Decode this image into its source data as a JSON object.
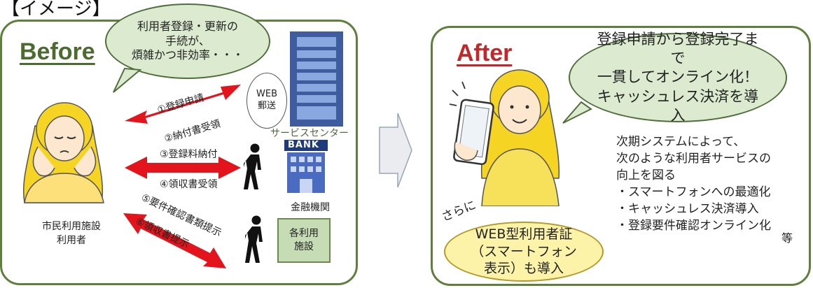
{
  "header_label": "【イメージ】",
  "before": {
    "title": "Before",
    "bubble_lines": [
      "利用者登録・更新の",
      "手続が、",
      "煩雑かつ非効率・・・"
    ],
    "user_label_lines": [
      "市民利用施設",
      "利用者"
    ],
    "web_post_lines": [
      "WEB",
      "郵送"
    ],
    "service_center": "サービスセンター",
    "bank_sign": "BANK",
    "bank_label": "金融機関",
    "facility_lines": [
      "各利用",
      "施設"
    ],
    "steps": {
      "s1": "①登録申請",
      "s2": "②納付書受領",
      "s3": "③登録料納付",
      "s4": "④領収書受領",
      "s5": "⑤要件確認書類提示",
      "s6": "⑥領収書提示"
    }
  },
  "after": {
    "title": "After",
    "bubble_lines": [
      "登録申請から登録完了まで",
      "一貫してオンライン化！",
      "キャッシュレス決済を導入"
    ],
    "sarani": "さらに",
    "card_lines": [
      "WEB型利用者証",
      "（スマートフォン",
      "表示）も導入"
    ],
    "description_lines": [
      "次期システムによって、",
      "次のような利用者サービスの",
      "向上を図る",
      "・スマートフォンへの最適化",
      "・キャッシュレス決済導入",
      "・登録要件確認オンライン化"
    ],
    "etc": "等"
  },
  "colors": {
    "panel_border": "#5f7f3d",
    "bubble_fill": "#dcebd0",
    "arrow_red": "#e3141b",
    "before_title": "#4c6b2f",
    "after_title": "#c0282b",
    "figure_yellow": "#f6d423",
    "card_fill": "#fdf3a8",
    "facility_fill": "#c5dcb4"
  },
  "icons": [
    "building-icon",
    "bank-icon",
    "walking-person-icon",
    "worried-woman-illustration",
    "smiling-woman-with-phone-illustration",
    "transition-arrow-icon"
  ]
}
